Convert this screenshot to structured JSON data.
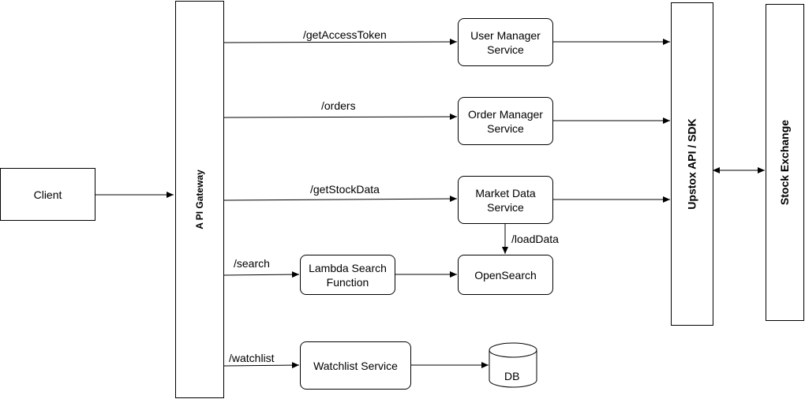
{
  "nodes": {
    "client": "Client",
    "gateway": "A PI Gateway",
    "user_manager": "User Manager Service",
    "order_manager": "Order Manager Service",
    "market_data": "Market Data Service",
    "lambda_search": "Lambda Search Function",
    "opensearch": "OpenSearch",
    "watchlist": "Watchlist Service",
    "db": "DB",
    "upstox": "Upstox API / SDK",
    "stock_exchange": "Stock Exchange"
  },
  "edges": {
    "get_access_token": "/getAccessToken",
    "orders": "/orders",
    "get_stock_data": "/getStockData",
    "search": "/search",
    "watchlist": "/watchlist",
    "load_data": "/loadData"
  },
  "colors": {
    "stroke": "#000000",
    "fill": "#ffffff"
  }
}
